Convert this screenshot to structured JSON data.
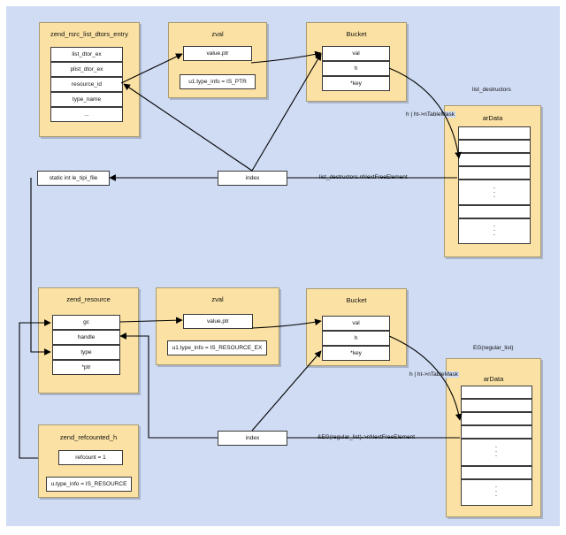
{
  "top": {
    "rsrc_entry": {
      "title": "zend_rsrc_list_dtors_entry",
      "fields": [
        "list_dtor_ex",
        "plist_dtor_ex",
        "resource_id",
        "type_name",
        "..."
      ]
    },
    "zval": {
      "title": "zval",
      "value_ptr": "value.ptr",
      "type_info": "u1.type_info = IS_PTR"
    },
    "bucket": {
      "title": "Bucket",
      "fields": [
        "val",
        "h",
        "*key"
      ]
    },
    "list_destructors": {
      "label": "list_destructors",
      "hash_label": "h | ht->nTableMask",
      "ardata_title": "arData",
      "dots": ".\n.\n."
    },
    "static_label": "static int le_tipi_file",
    "index": "index",
    "next_label": "list_destructors.nNextFreeElement"
  },
  "bottom": {
    "resource": {
      "title": "zend_resource",
      "fields": [
        "gc",
        "handle",
        "type",
        "*ptr"
      ]
    },
    "zval": {
      "title": "zval",
      "value_ptr": "value.ptr",
      "type_info": "u1.type_info = IS_RESOURCE_EX"
    },
    "bucket": {
      "title": "Bucket",
      "fields": [
        "val",
        "h",
        "*key"
      ]
    },
    "regular_list": {
      "label": "EG(regular_list)",
      "hash_label": "h | ht->nTableMask",
      "ardata_title": "arData",
      "dots": ".\n.\n."
    },
    "refcounted": {
      "title": "zend_refcounted_h",
      "refcount": "refcount = 1",
      "type_info": "u.type_info = IS_RESOURCE"
    },
    "index": "index",
    "next_label": "&EG(regular_list)->nNextFreeElement"
  },
  "colors": {
    "background": "#cfdcf4",
    "panel": "#fbe1a3",
    "cell": "#ffffff",
    "stroke": "#000000"
  }
}
